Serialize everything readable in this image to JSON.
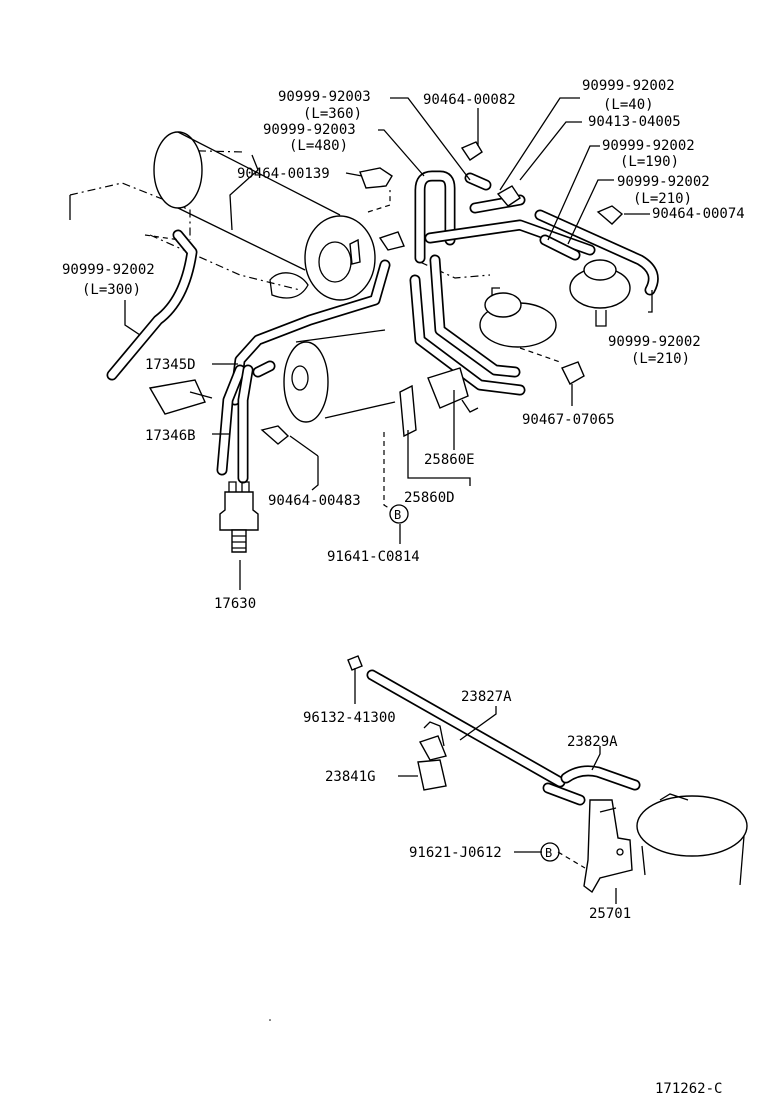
{
  "diagram_id": "171262-C",
  "callouts": {
    "p1": "90999-92003",
    "p1_len": "(L=360)",
    "p2": "90464-00082",
    "p3": "90999-92002",
    "p3_len": "(L=40)",
    "p4": "90999-92003",
    "p4_len": "(L=480)",
    "p5": "90413-04005",
    "p6": "90999-92002",
    "p6_len": "(L=190)",
    "p7": "90464-00139",
    "p8": "90999-92002",
    "p8_len": "(L=210)",
    "p9": "90464-00074",
    "p10": "90999-92002",
    "p10_len": "(L=300)",
    "p11": "90999-92002",
    "p11_len": "(L=210)",
    "p12": "17345D",
    "p13": "90467-07065",
    "p14": "17346B",
    "p15": "25860E",
    "p16": "90464-00483",
    "p17": "25860D",
    "p18": "91641-C0814",
    "p19": "17630",
    "p20": "23827A",
    "p21": "96132-41300",
    "p22": "23829A",
    "p23": "23841G",
    "p24": "91621-J0612",
    "p25": "25701"
  },
  "ref_marks": {
    "b_upper": "B",
    "b_lower": "B"
  }
}
